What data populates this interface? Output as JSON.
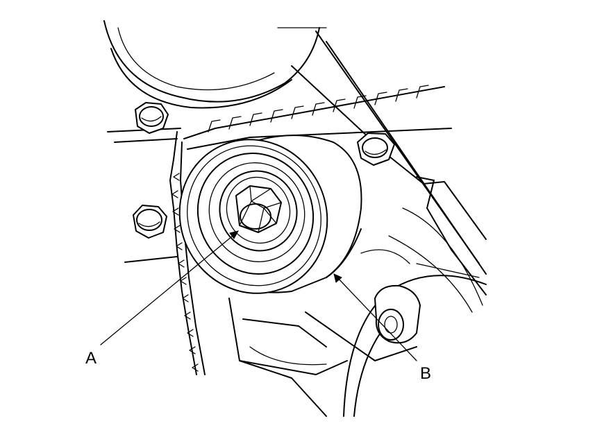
{
  "diagram": {
    "callouts": [
      {
        "id": "A",
        "text": "A"
      },
      {
        "id": "B",
        "text": "B"
      }
    ],
    "colors": {
      "line": "#000000",
      "background": "#ffffff"
    }
  }
}
